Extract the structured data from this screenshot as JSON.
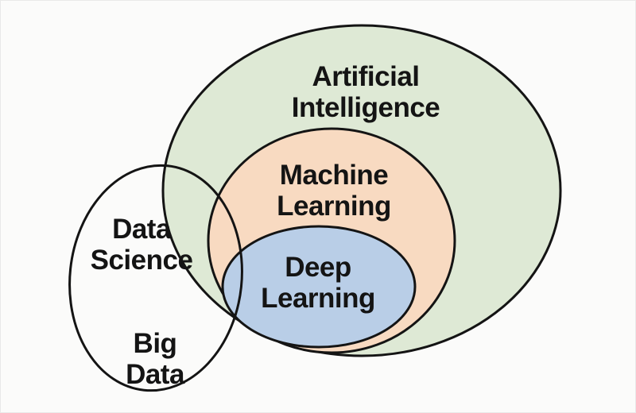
{
  "diagram": {
    "type": "euler-venn",
    "background": "#fbfbfa",
    "stroke_color": "#141414",
    "text_color": "#141414",
    "sets": {
      "artificial_intelligence": {
        "label_line1": "Artificial",
        "label_line2": "Intelligence",
        "fill": "#dee9d5"
      },
      "machine_learning": {
        "label_line1": "Machine",
        "label_line2": "Learning",
        "fill": "#f8dac1"
      },
      "deep_learning": {
        "label_line1": "Deep",
        "label_line2": "Learning",
        "fill": "#b9cee7"
      },
      "data_science": {
        "label_line1": "Data",
        "label_line2": "Science",
        "fill": "transparent"
      },
      "big_data": {
        "label_line1": "Big",
        "label_line2": "Data"
      }
    },
    "relations": [
      "Deep Learning inside Machine Learning",
      "Machine Learning inside Artificial Intelligence",
      "Data Science overlaps Artificial Intelligence, Machine Learning and Deep Learning",
      "Big Data label inside Data Science ellipse"
    ]
  }
}
